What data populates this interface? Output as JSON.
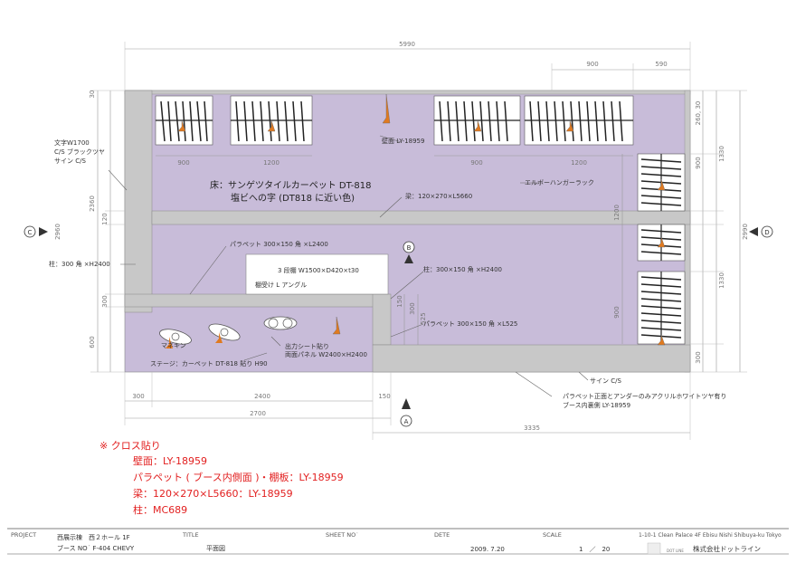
{
  "colors": {
    "floor": "#c8bcd9",
    "wall": "#c8c8c8",
    "red_note": "#e22020",
    "lamp": "#e07a20"
  },
  "dims": {
    "top_total": "5990",
    "top_900": "900",
    "top_590": "590",
    "rack_900_a": "900",
    "rack_1200_a": "1200",
    "rack_900_b": "900",
    "rack_1200_b": "1200",
    "left_30": "30",
    "left_2360": "2360",
    "left_120": "120",
    "left_2960": "2960",
    "left_300": "300",
    "left_600": "600",
    "right_260_30": "260, 30",
    "right_1330_a": "1330",
    "right_900_a": "900",
    "right_1200": "1200",
    "right_2990": "2990",
    "right_1330_b": "1330",
    "right_900_b": "900",
    "right_300": "300",
    "inner_150": "150",
    "inner_300": "300",
    "inner_525": "525",
    "bot_300": "300",
    "bot_2400": "2400",
    "bot_150": "150",
    "bot_2700": "2700",
    "bot_3335": "3335"
  },
  "labels": {
    "text_w1700": "文字W1700",
    "cs_black": "C/S ブラックツヤ",
    "sign_cs_left": "サイン C/S",
    "pillar_left": "柱：300 角 ×H2400",
    "wall_ly": "壁面 LY-18959",
    "elbow_rack": "エルボーハンガーラック",
    "floor_carpet": "床：サンゲツタイルカーペット DT-818",
    "floor_vinyl": "塩ビへの字 (DT818 に近い色)",
    "beam": "梁：120×270×L5660",
    "parapet_2400": "パラペット 300×150 角 ×L2400",
    "shelf": "3 段棚 W1500×D420×t30",
    "shelf_angle": "棚受け L アングル",
    "pillar_center": "柱：300×150 角 ×H2400",
    "parapet_525": "パラペット 300×150 角 ×L525",
    "mannequin": "マネキン",
    "output_sheet": "出力シート貼り",
    "facade_panel": "両面パネル W2400×H2400",
    "stage": "ステージ：カーペット DT-818 貼り H90",
    "sign_cs_bottom": "サイン C/S",
    "parapet_note_1": "パラペット正面とアンダーのみアクリルホワイトツヤ有り",
    "parapet_note_2": "ブース内裏側 LY-18959",
    "marker_a": "A",
    "marker_b": "B",
    "marker_c": "C",
    "marker_d": "D"
  },
  "notes": {
    "title": "※ クロス貼り",
    "line1": "壁面：LY-18959",
    "line2": "パラペット ( ブース内側面 )・棚板：LY-18959",
    "line3": "梁：120×270×L5660：LY-18959",
    "line4": "柱：MC689"
  },
  "title_block": {
    "project_label": "PROJECT",
    "project_1": "西展示棟　西２ホール 1F",
    "project_2": "ブース NO˙ F-404 CHEVY",
    "title_label": "TITLE",
    "title_value": "平面図",
    "sheet_label": "SHEET NO˙",
    "sheet_value": "1　／　20",
    "date_label": "DETE",
    "date_value": "2009. 7.20",
    "scale_label": "SCALE",
    "address": "1-10-1 Clean Palace 4F Ebisu Nishi Shibuya-ku Tokyo",
    "company": "株式会社ドットライン",
    "logo_text": "DOT LINE"
  }
}
